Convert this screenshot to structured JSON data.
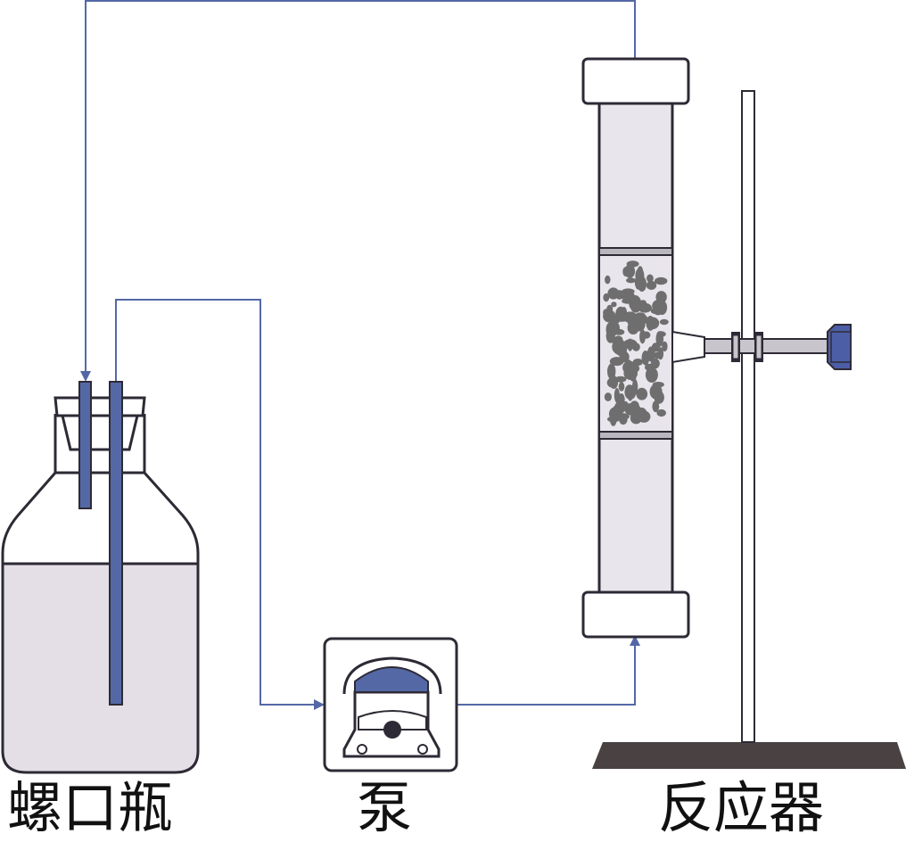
{
  "labels": {
    "bottle": "螺口瓶",
    "pump": "泵",
    "reactor": "反应器"
  },
  "colors": {
    "tube": "#5468a6",
    "tube_dark": "#3a4a80",
    "outline": "#2e2a35",
    "liquid": "#e4dfe6",
    "glass": "#ffffff",
    "cap": "#ffffff",
    "column_fill": "#e9e5ec",
    "packing": "#6e6e6e",
    "stand_base": "#4a4242",
    "clamp_knob": "#4c5ea6"
  }
}
